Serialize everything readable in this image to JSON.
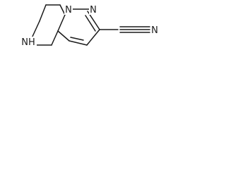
{
  "molecule": {
    "atoms": {
      "n_bridge": "N",
      "n_pyrazole": "N",
      "n_amine": "NH",
      "n_nitrile": "N"
    }
  }
}
